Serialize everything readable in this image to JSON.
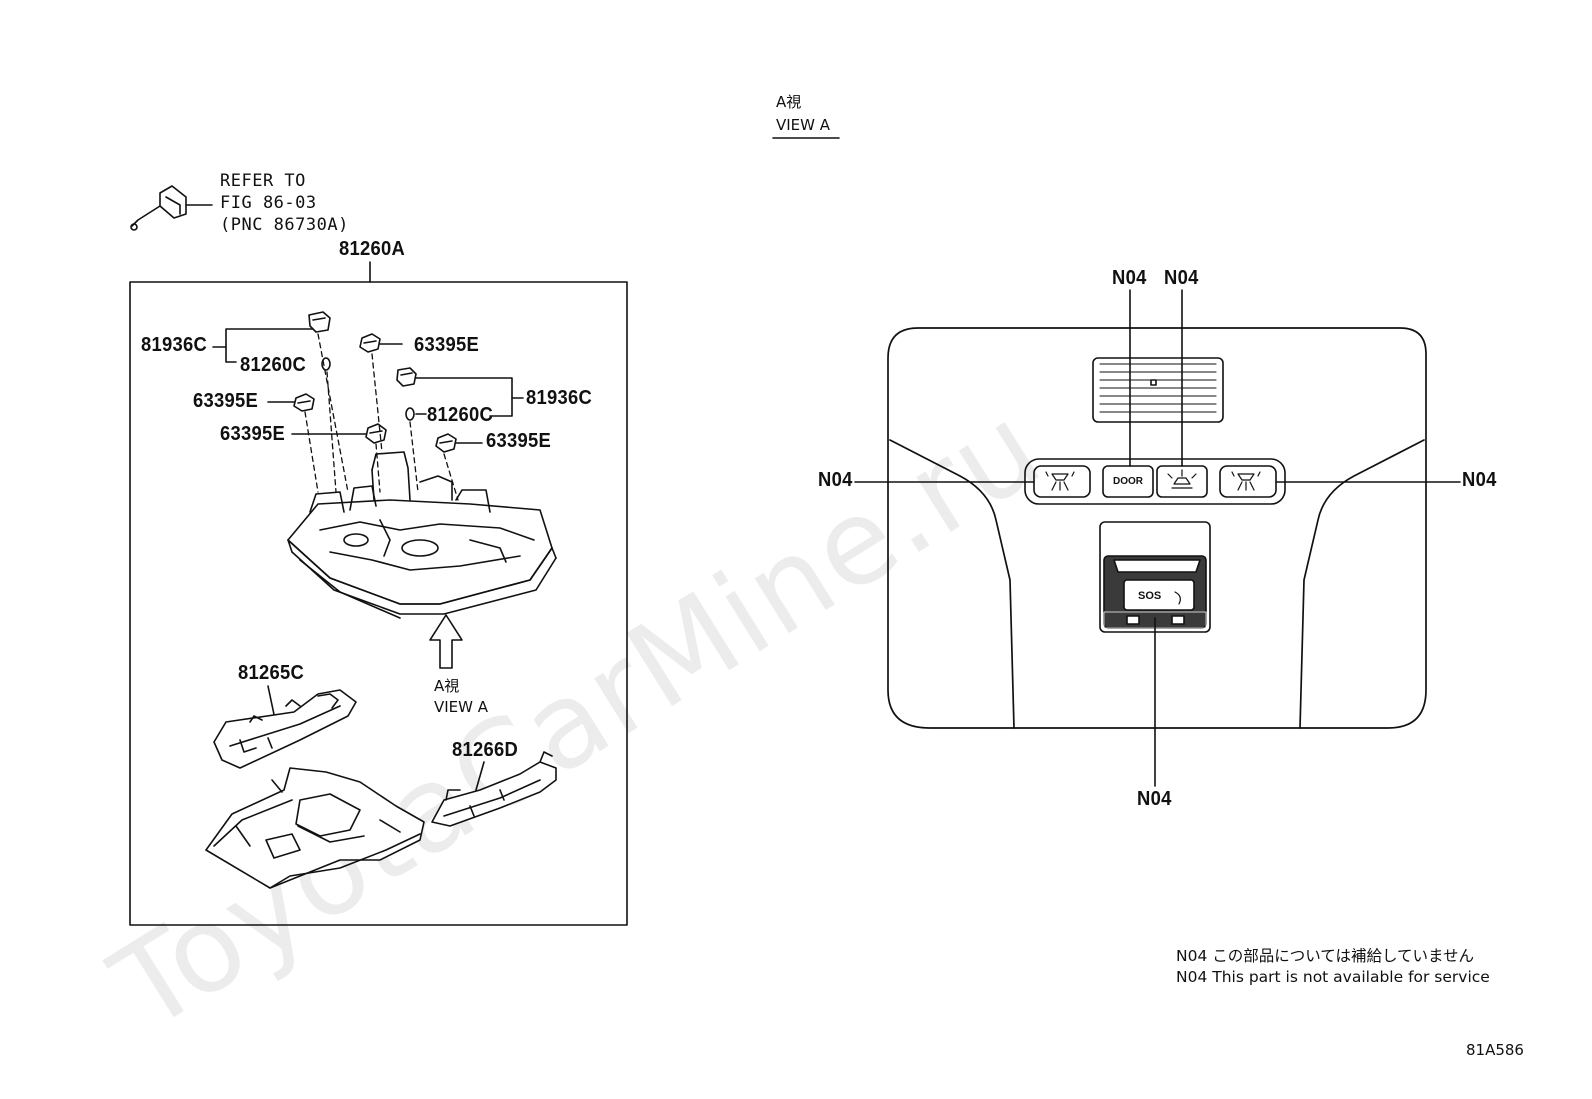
{
  "watermark": "ToyotaCarMine.ru",
  "refer": {
    "line1": "REFER TO",
    "line2": "FIG 86-03",
    "line3": "(PNC 86730A)"
  },
  "assembly_label": "81260A",
  "left_parts": {
    "p81936C_a": "81936C",
    "p81260C_a": "81260C",
    "p63395E_a": "63395E",
    "p81936C_b": "81936C",
    "p81260C_b": "81260C",
    "p63395E_b": "63395E",
    "p63395E_c": "63395E",
    "p63395E_d": "63395E",
    "p81265C": "81265C",
    "p81266D": "81266D"
  },
  "view_ref_left": {
    "jp": "A視",
    "en": "VIEW A"
  },
  "view_title": {
    "jp": "A視",
    "en": "VIEW A"
  },
  "callouts": {
    "top1": "N04",
    "top2": "N04",
    "left": "N04",
    "right": "N04",
    "bottom": "N04"
  },
  "console_buttons": {
    "door": "DOOR",
    "sos": "SOS"
  },
  "notes": {
    "jp": "N04 この部品については補給していません",
    "en": "N04 This part is not available for service"
  },
  "figure_code": "81A586"
}
